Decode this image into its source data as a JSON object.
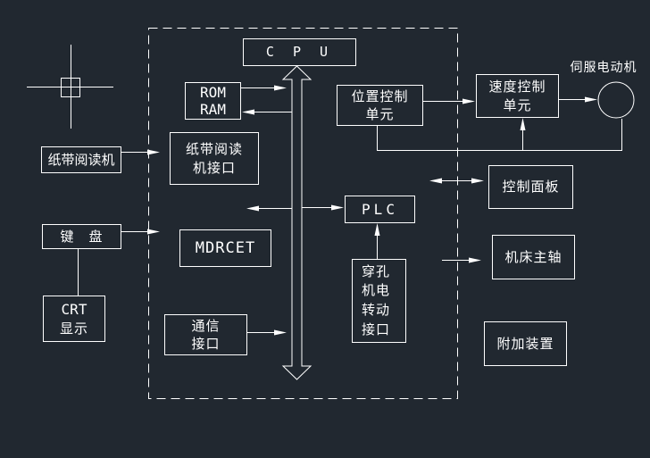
{
  "colors": {
    "background": "#212830",
    "line": "#ffffff"
  },
  "diagram": {
    "nodes": {
      "cpu": {
        "label": "C P U"
      },
      "rom_ram": {
        "line1": "ROM",
        "line2": "RAM"
      },
      "tape_reader_interface": {
        "line1": "纸带阅读",
        "line2": "机接口"
      },
      "tape_reader": {
        "label": "纸带阅读机"
      },
      "keyboard": {
        "label": "键　盘"
      },
      "crt_display": {
        "line1": "CRT",
        "line2": "显示"
      },
      "mdrcet": {
        "label": "MDRCET"
      },
      "comm_interface": {
        "line1": "通信",
        "line2": "接口"
      },
      "plc": {
        "label": "PLC"
      },
      "punch_interface": {
        "line1": "穿孔",
        "line2": "机电",
        "line3": "转动",
        "line4": "接口"
      },
      "position_control": {
        "line1": "位置控制",
        "line2": "单元"
      },
      "speed_control": {
        "line1": "速度控制",
        "line2": "单元"
      },
      "servo_motor": {
        "label": "伺服电动机"
      },
      "control_panel": {
        "label": "控制面板"
      },
      "machine_spindle": {
        "label": "机床主轴"
      },
      "additional_device": {
        "label": "附加装置"
      }
    }
  }
}
